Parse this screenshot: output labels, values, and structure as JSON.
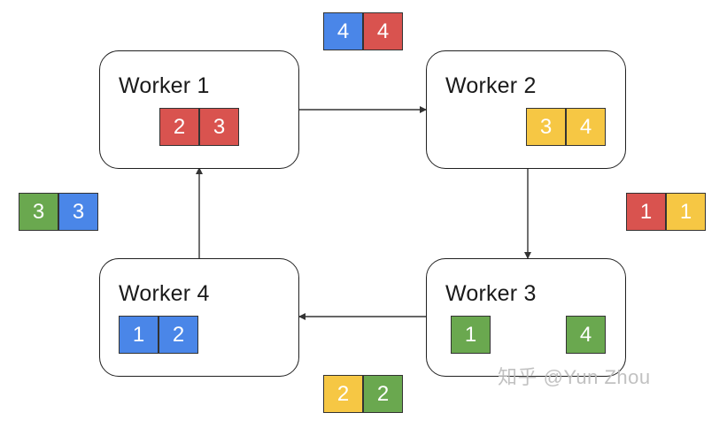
{
  "workers": [
    {
      "label": "Worker 1",
      "chunks": [
        {
          "value": "2",
          "color": "red"
        },
        {
          "value": "3",
          "color": "red"
        }
      ]
    },
    {
      "label": "Worker 2",
      "chunks": [
        {
          "value": "3",
          "color": "yellow"
        },
        {
          "value": "4",
          "color": "yellow"
        }
      ]
    },
    {
      "label": "Worker 3",
      "chunks": [
        {
          "value": "1",
          "color": "green"
        },
        {
          "value": "4",
          "color": "green"
        }
      ]
    },
    {
      "label": "Worker 4",
      "chunks": [
        {
          "value": "1",
          "color": "blue"
        },
        {
          "value": "2",
          "color": "blue"
        }
      ]
    }
  ],
  "messages": {
    "top": [
      {
        "value": "4",
        "color": "blue"
      },
      {
        "value": "4",
        "color": "red"
      }
    ],
    "right": [
      {
        "value": "1",
        "color": "red"
      },
      {
        "value": "1",
        "color": "yellow"
      }
    ],
    "bottom": [
      {
        "value": "2",
        "color": "yellow"
      },
      {
        "value": "2",
        "color": "green"
      }
    ],
    "left": [
      {
        "value": "3",
        "color": "green"
      },
      {
        "value": "3",
        "color": "blue"
      }
    ]
  },
  "colors": {
    "red": "#d9534f",
    "blue": "#4a86e8",
    "yellow": "#f6c744",
    "green": "#6aa84f"
  },
  "watermark": "知乎 @Yun Zhou"
}
